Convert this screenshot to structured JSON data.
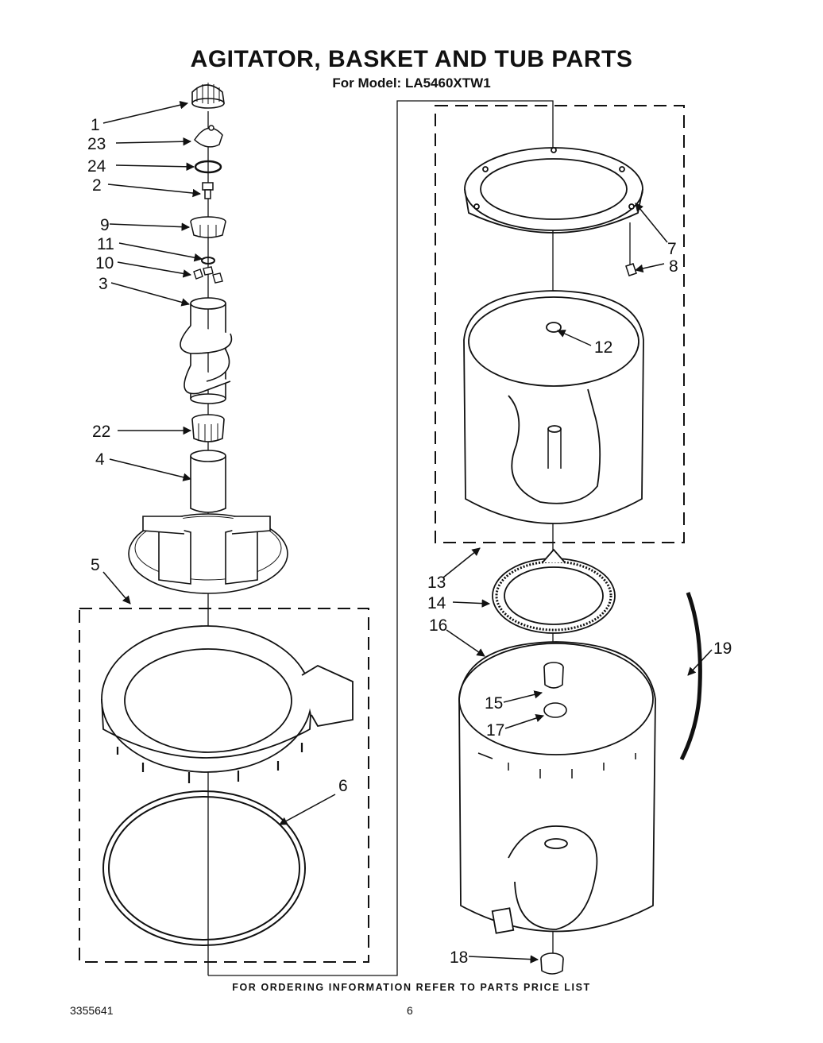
{
  "header": {
    "title": "AGITATOR, BASKET AND TUB PARTS",
    "model": "For Model: LA5460XTW1"
  },
  "footer": {
    "ordering_note": "FOR ORDERING INFORMATION REFER TO PARTS PRICE LIST",
    "document_number": "3355641",
    "page_number": "6"
  },
  "callouts": {
    "c1": "1",
    "c23": "23",
    "c24": "24",
    "c2": "2",
    "c9": "9",
    "c11": "11",
    "c10": "10",
    "c3": "3",
    "c22": "22",
    "c4": "4",
    "c5": "5",
    "c6": "6",
    "c7": "7",
    "c8": "8",
    "c12": "12",
    "c13": "13",
    "c14": "14",
    "c16": "16",
    "c15": "15",
    "c17": "17",
    "c19": "19",
    "c18": "18"
  }
}
